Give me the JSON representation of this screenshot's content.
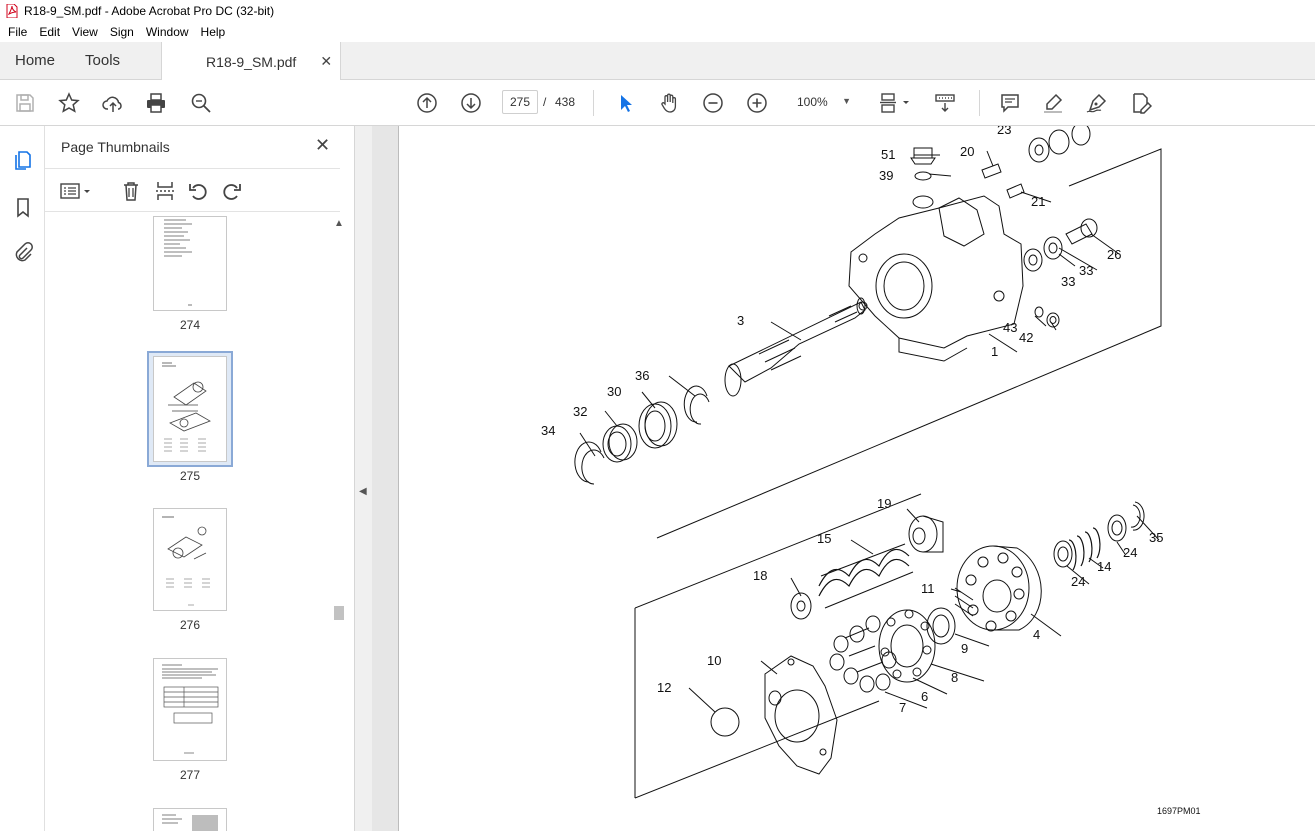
{
  "window": {
    "title": "R18-9_SM.pdf - Adobe Acrobat Pro DC (32-bit)"
  },
  "menu": [
    "File",
    "Edit",
    "View",
    "Sign",
    "Window",
    "Help"
  ],
  "tabs": {
    "home": "Home",
    "tools": "Tools",
    "document": "R18-9_SM.pdf"
  },
  "toolbar": {
    "current_page": "275",
    "page_separator": "/",
    "total_pages": "438",
    "zoom": "100%"
  },
  "thumbnails_panel": {
    "title": "Page Thumbnails",
    "pages": [
      "274",
      "275",
      "276",
      "277"
    ],
    "selected_page": "275"
  },
  "diagram": {
    "figure_id": "1697PM01",
    "callouts": [
      "23",
      "51",
      "20",
      "39",
      "21",
      "26",
      "33",
      "33",
      "43",
      "42",
      "1",
      "3",
      "36",
      "30",
      "32",
      "34",
      "19",
      "15",
      "18",
      "11",
      "35",
      "24",
      "14",
      "24",
      "4",
      "9",
      "10",
      "8",
      "12",
      "6",
      "7"
    ]
  },
  "colors": {
    "accent": "#1473e6",
    "tabbar_bg": "#f0f0f0",
    "selected_thumb": "#dfe9f6"
  }
}
